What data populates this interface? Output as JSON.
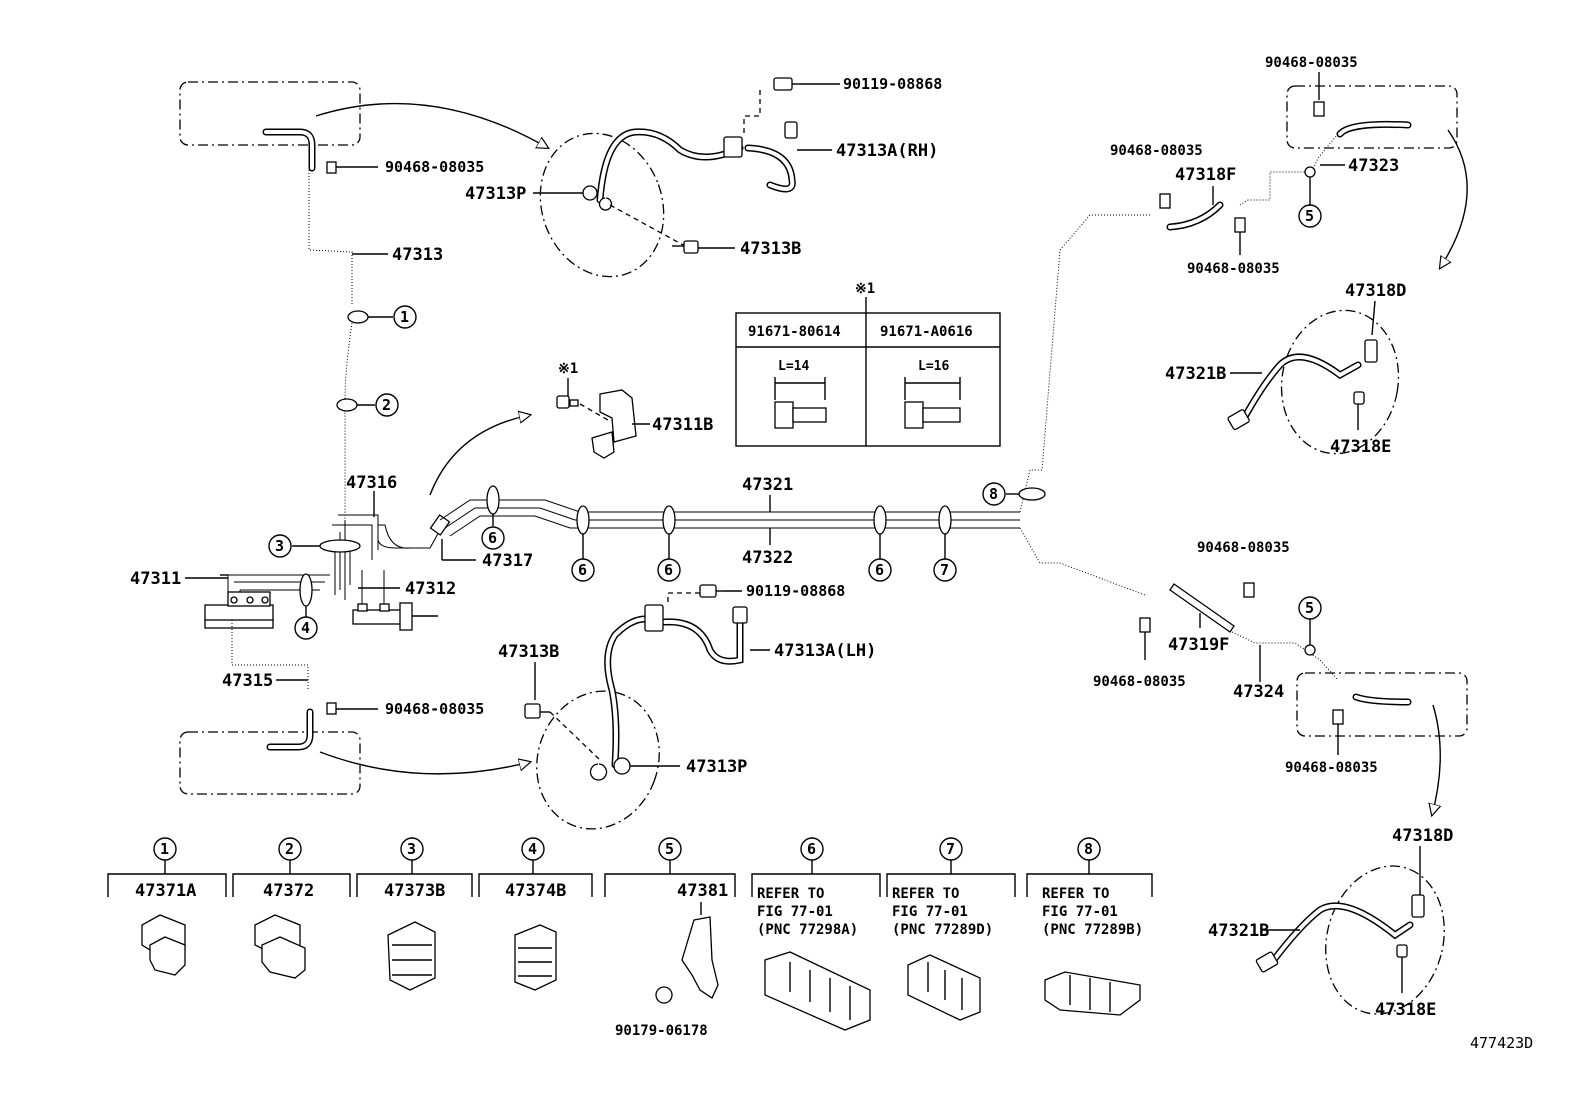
{
  "title": "",
  "figure_code": "477423D",
  "parts": {
    "p_90119_08868_top": "90119-08868",
    "p_47313A_RH": "47313A(RH)",
    "p_90468_08035_a": "90468-08035",
    "p_47313P_top": "47313P",
    "p_47313": "47313",
    "p_47313B_top": "47313B",
    "p_47311B": "47311B",
    "p_47316": "47316",
    "p_47317": "47317",
    "p_47311": "47311",
    "p_47312": "47312",
    "p_47315": "47315",
    "p_90468_08035_b": "90468-08035",
    "p_47321": "47321",
    "p_47322": "47322",
    "p_90119_08868_bot": "90119-08868",
    "p_47313B_bot": "47313B",
    "p_47313A_LH": "47313A(LH)",
    "p_47313P_bot": "47313P",
    "p_90468_08035_c": "90468-08035",
    "p_90468_08035_d": "90468-08035",
    "p_47318F": "47318F",
    "p_47323": "47323",
    "p_90468_08035_e": "90468-08035",
    "p_47318D_top": "47318D",
    "p_47321B_top": "47321B",
    "p_47318E_top": "47318E",
    "p_90468_08035_f": "90468-08035",
    "p_90468_08035_g": "90468-08035",
    "p_47319F": "47319F",
    "p_47324": "47324",
    "p_90468_08035_h": "90468-08035",
    "p_47318D_bot": "47318D",
    "p_47321B_bot": "47321B",
    "p_47318E_bot": "47318E",
    "p_90179_06178": "90179-06178"
  },
  "note_mark": "※1",
  "bolt_table": {
    "col1": "91671-80614",
    "col2": "91671-A0616",
    "len1": "L=14",
    "len2": "L=16"
  },
  "callouts": [
    "1",
    "2",
    "3",
    "4",
    "5",
    "6",
    "7",
    "8"
  ],
  "legend": [
    {
      "num": "1",
      "label": "47371A"
    },
    {
      "num": "2",
      "label": "47372"
    },
    {
      "num": "3",
      "label": "47373B"
    },
    {
      "num": "4",
      "label": "47374B"
    },
    {
      "num": "5",
      "label": "47381"
    },
    {
      "num": "6",
      "ref1": "REFER TO",
      "ref2": "FIG 77-01",
      "ref3": "(PNC 77298A)"
    },
    {
      "num": "7",
      "ref1": "REFER TO",
      "ref2": "FIG 77-01",
      "ref3": "(PNC 77289D)"
    },
    {
      "num": "8",
      "ref1": "REFER TO",
      "ref2": "FIG 77-01",
      "ref3": "(PNC 77289B)"
    }
  ]
}
